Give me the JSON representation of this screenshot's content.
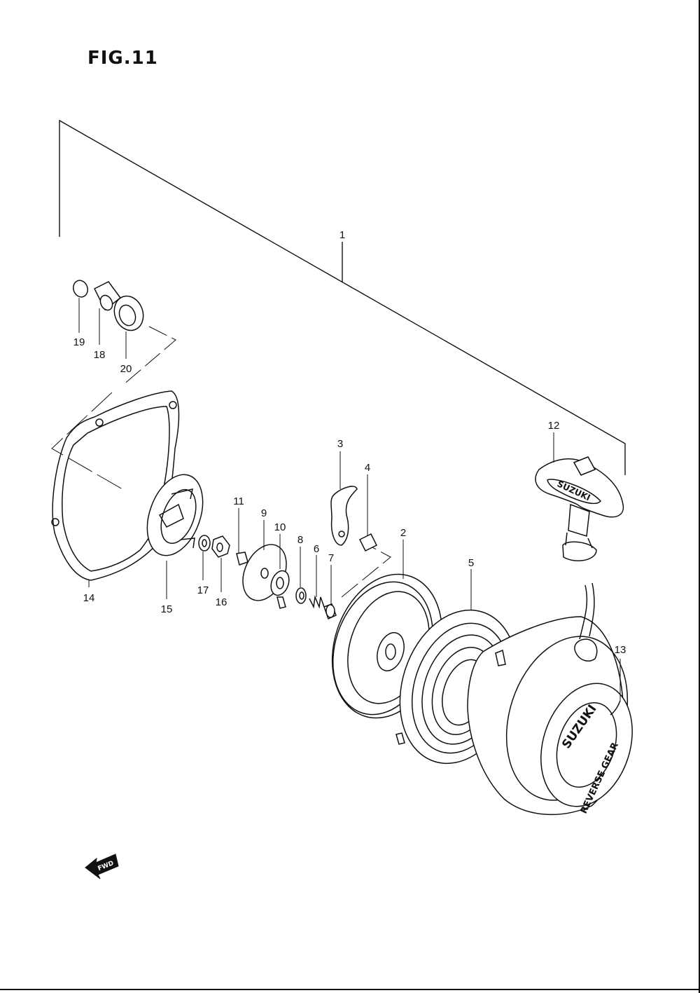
{
  "figure": {
    "title": "FIG.11"
  },
  "callouts": [
    {
      "label": "1"
    },
    {
      "label": "2"
    },
    {
      "label": "3"
    },
    {
      "label": "4"
    },
    {
      "label": "5"
    },
    {
      "label": "6"
    },
    {
      "label": "7"
    },
    {
      "label": "8"
    },
    {
      "label": "9"
    },
    {
      "label": "10"
    },
    {
      "label": "11"
    },
    {
      "label": "12"
    },
    {
      "label": "13"
    },
    {
      "label": "14"
    },
    {
      "label": "15"
    },
    {
      "label": "16"
    },
    {
      "label": "17"
    },
    {
      "label": "18"
    },
    {
      "label": "19"
    },
    {
      "label": "20"
    }
  ],
  "emblems": {
    "handle_brand": "SUZUKI",
    "case_brand": "SUZUKI",
    "case_text": "REVERSE GEAR",
    "fwd": "FWD"
  }
}
